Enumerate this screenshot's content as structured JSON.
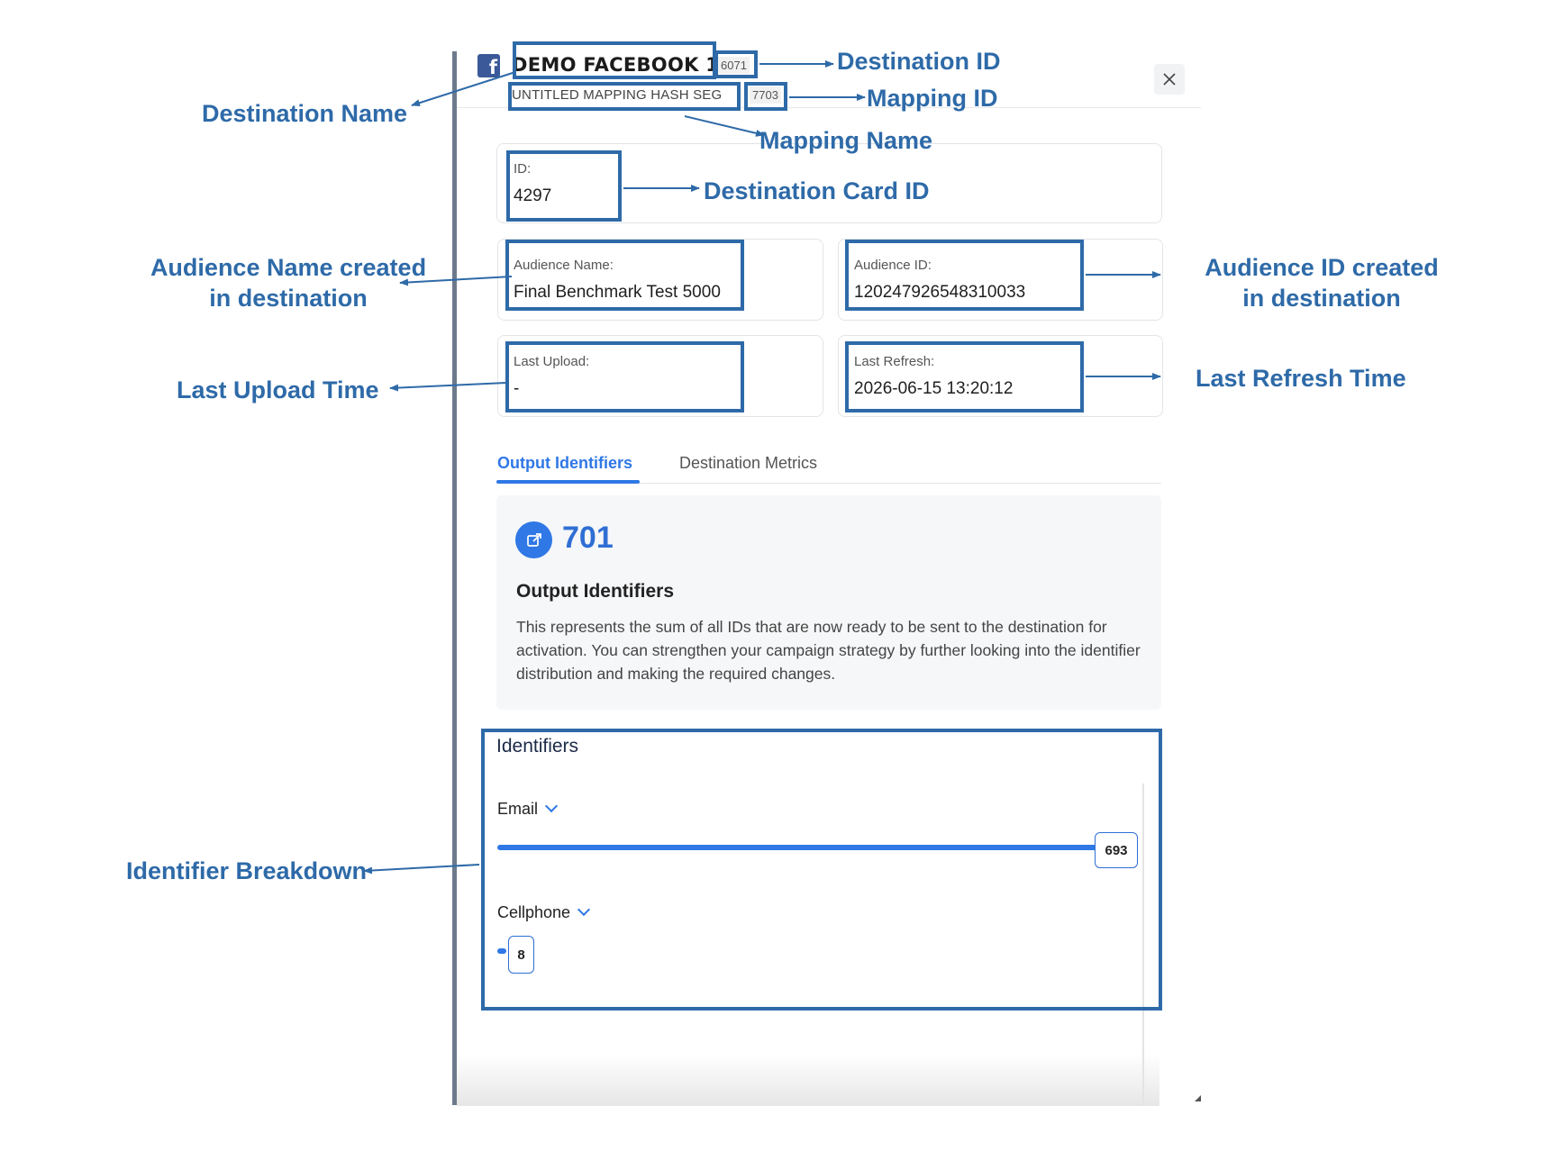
{
  "header": {
    "destination_name": "DEMO FACEBOOK 1",
    "destination_id": "6071",
    "mapping_name": "UNTITLED MAPPING HASH SEG",
    "mapping_id": "7703"
  },
  "cards": {
    "id_label": "ID:",
    "id_value": "4297",
    "audience_name_label": "Audience Name:",
    "audience_name_value": "Final Benchmark Test 5000",
    "audience_id_label": "Audience ID:",
    "audience_id_value": "120247926548310033",
    "last_upload_label": "Last Upload:",
    "last_upload_value": "-",
    "last_refresh_label": "Last Refresh:",
    "last_refresh_value": "2026-06-15 13:20:12"
  },
  "tabs": [
    {
      "label": "Output Identifiers",
      "active": true
    },
    {
      "label": "Destination Metrics",
      "active": false
    }
  ],
  "metric": {
    "value": "701",
    "title": "Output Identifiers",
    "description": "This represents the sum of all IDs that are now ready to be sent to the destination for activation. You can strengthen your campaign strategy by further looking into the identifier distribution and making the required changes."
  },
  "identifiers": {
    "title": "Identifiers",
    "items": [
      {
        "label": "Email",
        "count": "693",
        "fraction": 0.99
      },
      {
        "label": "Cellphone",
        "count": "8",
        "fraction": 0.011
      }
    ]
  },
  "annotations": {
    "destination_name": "Destination Name",
    "destination_id": "Destination ID",
    "mapping_id": "Mapping ID",
    "mapping_name": "Mapping Name",
    "destination_card_id": "Destination Card ID",
    "audience_name_line1": "Audience Name created",
    "audience_name_line2": "in destination",
    "audience_id_line1": "Audience ID created",
    "audience_id_line2": "in destination",
    "last_upload": "Last Upload Time",
    "last_refresh": "Last Refresh Time",
    "identifier_breakdown": "Identifier Breakdown"
  },
  "icons": [
    "facebook-icon",
    "close-icon",
    "external-link-icon",
    "chevron-down-icon"
  ],
  "colors": {
    "accent": "#2f78e6",
    "annotation": "#2e6aa8",
    "facebook": "#3b5998"
  }
}
